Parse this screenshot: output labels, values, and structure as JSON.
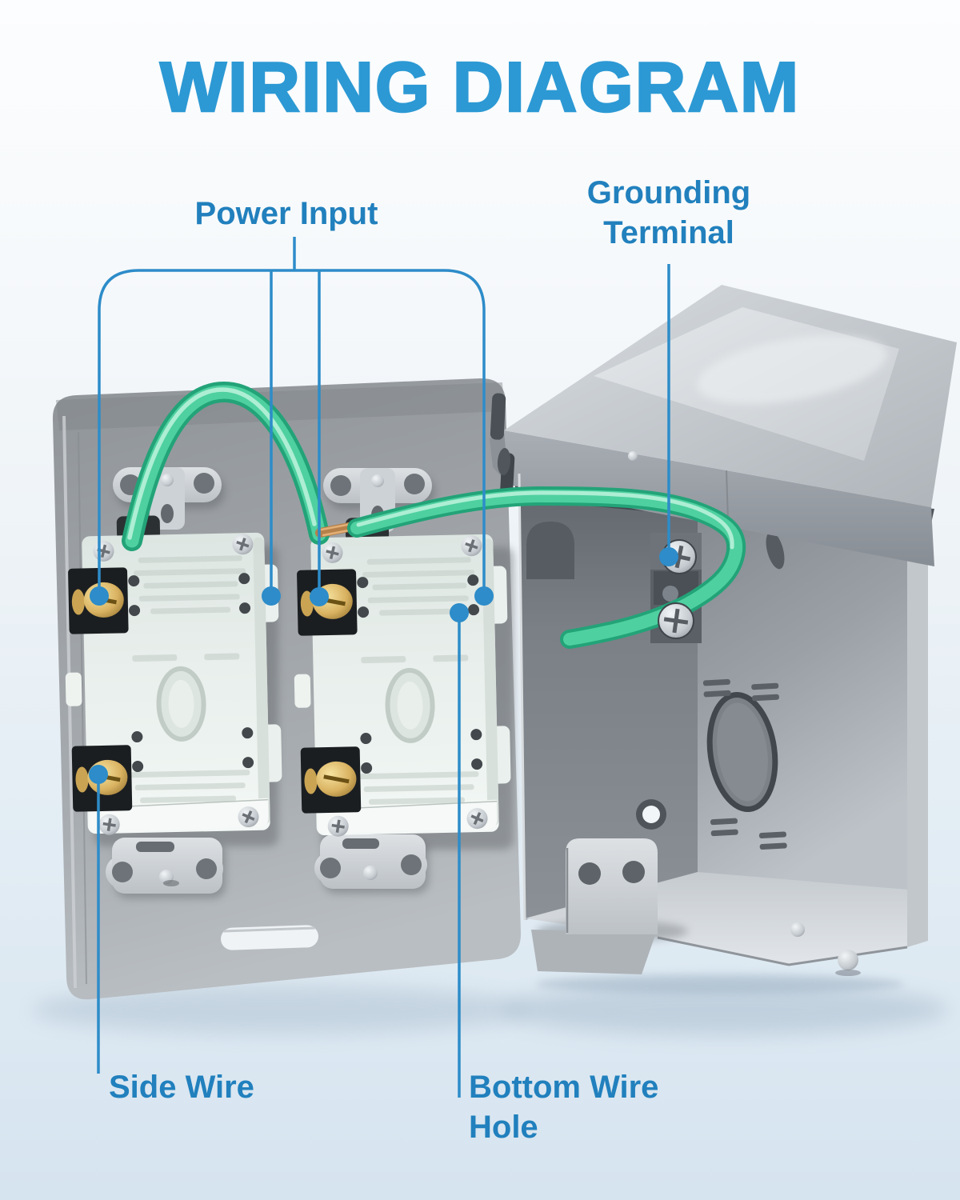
{
  "title": "WIRING DIAGRAM",
  "labels": {
    "power_input": "Power Input",
    "grounding_terminal": "Grounding Terminal",
    "side_wire": "Side Wire",
    "bottom_wire_hole": "Bottom Wire Hole"
  },
  "colors": {
    "title": "#2c99d4",
    "label": "#2180bd",
    "callout": "#2d8cc9",
    "wire_green": "#4fd0a0",
    "wire_green_dark": "#23a378",
    "wire_green_light": "#b7f1da",
    "brass": "#d9b261",
    "metal_light": "#c9ced3",
    "metal_mid": "#9aa0a6",
    "metal_dark": "#5b6167",
    "outlet_body": "#e6ede9",
    "background_bottom": "#d6e4f0"
  }
}
